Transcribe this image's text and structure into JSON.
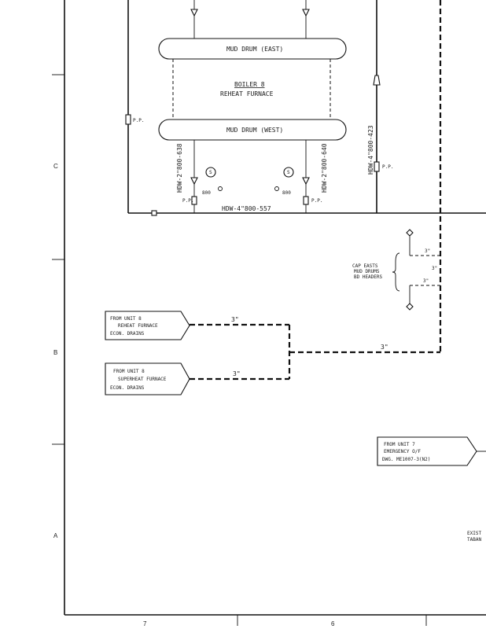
{
  "drums": {
    "east": "MUD DRUM (EAST)",
    "west": "MUD DRUM (WEST)"
  },
  "boiler": {
    "title": "BOILER 8",
    "subtitle": "REHEAT FURNACE"
  },
  "pipes": {
    "bottom_header": "HDW-4\"800-557",
    "riser_right": "HDW-4\"800-423",
    "drop_left": "HDW-2\"800-638",
    "drop_right": "HDW-2\"800-640",
    "rp_left": "P.P.",
    "rp_right": "P.P.",
    "rp_a": "P.P.",
    "rp_b": "P.P."
  },
  "valves": {
    "left_tag": "800",
    "right_tag": "800",
    "left_bubble": "S",
    "right_bubble": "S"
  },
  "headers_note": {
    "line1": "CAP EASTS",
    "line2": "MUD DRUMS",
    "line3": "BD HEADERS",
    "size_a": "3\"",
    "size_b": "3\"",
    "size_c": "3\""
  },
  "sources": {
    "reheat": [
      "FROM UNIT 8",
      "REHEAT FURNACE",
      "ECON. DRAINS"
    ],
    "superheat": [
      "FROM UNIT 8",
      "SUPERHEAT FURNACE",
      "ECON. DRAINS"
    ],
    "emergency": [
      "FROM UNIT 7",
      "EMERGENCY O/F",
      "DWG. ME1007-3(N2)"
    ],
    "reheat_size": "3\"",
    "superheat_size": "3\"",
    "combined_size": "3\""
  },
  "grid": {
    "rows": [
      "C",
      "B",
      "A"
    ],
    "cols": [
      "7",
      "6"
    ]
  },
  "corner_note": [
    "EXIST",
    "TABAN"
  ]
}
